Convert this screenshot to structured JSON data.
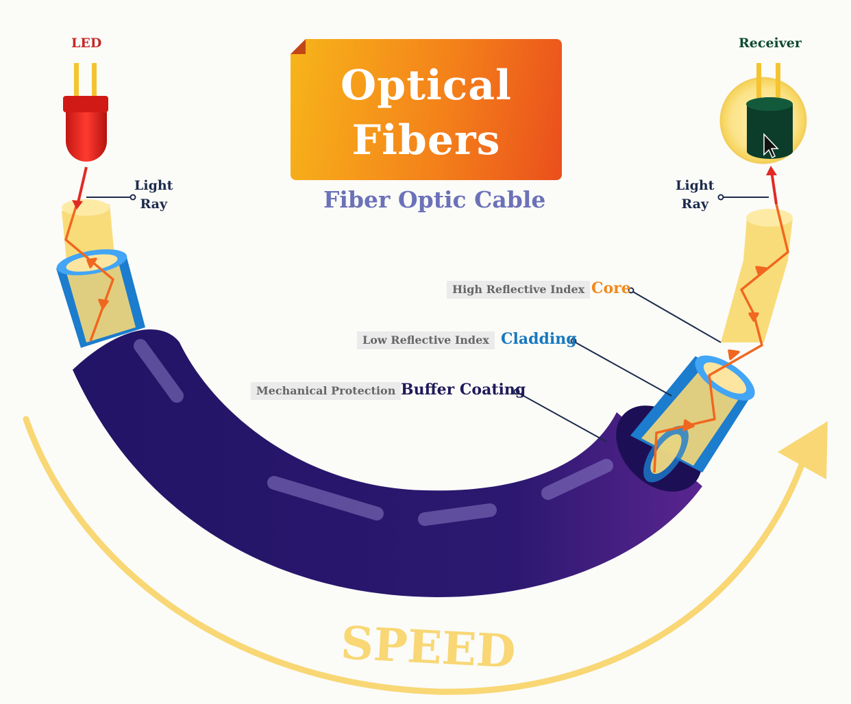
{
  "title": {
    "line1": "Optical",
    "line2": "Fibers"
  },
  "subtitle": "Fiber Optic Cable",
  "source_label": "LED",
  "receiver_label": "Receiver",
  "light_ray_left": {
    "line1": "Light",
    "line2": "Ray"
  },
  "light_ray_right": {
    "line1": "Light",
    "line2": "Ray"
  },
  "layers": [
    {
      "tag": "High Reflective Index",
      "name": "Core"
    },
    {
      "tag": "Low Reflective Index",
      "name": "Cladding"
    },
    {
      "tag": "Mechanical Protection",
      "name": "Buffer Coating"
    }
  ],
  "speed_label": "SPEED",
  "colors": {
    "led": "#e02a24",
    "receiver": "#0b3d2a",
    "core": "#f9dc7a",
    "cladding": "#1c7ccd",
    "buffer": "#2a1a6e",
    "ray": "#f0671f",
    "speed_arrow": "#f8d774"
  }
}
